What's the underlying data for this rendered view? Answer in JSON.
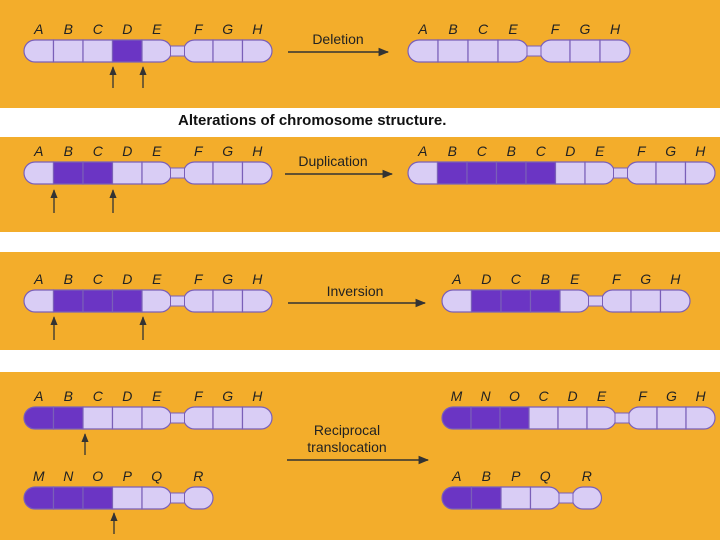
{
  "caption": "Alterations of chromosome structure.",
  "colors": {
    "panel": "#f3ad2b",
    "light": "#d9cdf5",
    "dark": "#6b35c4",
    "outline": "#7a5fb8"
  },
  "operations": {
    "deletion": "Deletion",
    "duplication": "Duplication",
    "inversion": "Inversion",
    "translocation_line1": "Reciprocal",
    "translocation_line2": "translocation"
  },
  "chromosomes": {
    "deletion_before": {
      "labels": [
        "A",
        "B",
        "C",
        "D",
        "E",
        "F",
        "G",
        "H"
      ],
      "dark": [
        3
      ]
    },
    "deletion_after": {
      "labels": [
        "A",
        "B",
        "C",
        "E",
        "F",
        "G",
        "H"
      ],
      "dark": []
    },
    "duplication_before": {
      "labels": [
        "A",
        "B",
        "C",
        "D",
        "E",
        "F",
        "G",
        "H"
      ],
      "dark": [
        1,
        2
      ]
    },
    "duplication_after": {
      "labels": [
        "A",
        "B",
        "C",
        "B",
        "C",
        "D",
        "E",
        "F",
        "G",
        "H"
      ],
      "dark": [
        1,
        2,
        3,
        4
      ]
    },
    "inversion_before": {
      "labels": [
        "A",
        "B",
        "C",
        "D",
        "E",
        "F",
        "G",
        "H"
      ],
      "dark": [
        1,
        2,
        3
      ]
    },
    "inversion_after": {
      "labels": [
        "A",
        "D",
        "C",
        "B",
        "E",
        "F",
        "G",
        "H"
      ],
      "dark": [
        1,
        2,
        3
      ]
    },
    "trans_top_before": {
      "labels": [
        "A",
        "B",
        "C",
        "D",
        "E",
        "F",
        "G",
        "H"
      ],
      "dark": [
        0,
        1
      ]
    },
    "trans_bot_before": {
      "labels": [
        "M",
        "N",
        "O",
        "P",
        "Q",
        "R"
      ],
      "dark": [
        0,
        1,
        2
      ]
    },
    "trans_top_after": {
      "labels": [
        "M",
        "N",
        "O",
        "C",
        "D",
        "E",
        "F",
        "G",
        "H"
      ],
      "dark": [
        0,
        1,
        2
      ]
    },
    "trans_bot_after": {
      "labels": [
        "A",
        "B",
        "P",
        "Q",
        "R"
      ],
      "dark": [
        0,
        1
      ]
    }
  }
}
